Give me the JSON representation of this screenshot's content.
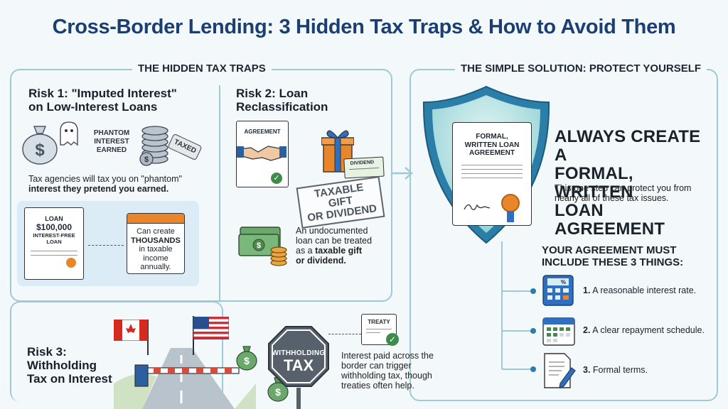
{
  "title": "Cross-Border Lending: 3 Hidden Tax Traps & How to Avoid Them",
  "left_section": {
    "heading": "THE HIDDEN TAX TRAPS",
    "risk1": {
      "title_line1": "Risk 1: \"Imputed Interest\"",
      "title_line2": "on Low-Interest Loans",
      "phantom_label": "PHANTOM INTEREST EARNED",
      "taxed_tag": "TAXED",
      "desc_line1": "Tax agencies will tax you on \"phantom\"",
      "desc_line2": "interest they pretend you earned.",
      "loan_doc_line1": "LOAN",
      "loan_doc_amount": "$100,000",
      "loan_doc_line3": "INTEREST-FREE",
      "loan_doc_line4": "LOAN",
      "calendar_line1": "Can create",
      "calendar_line2": "THOUSANDS",
      "calendar_line3": "in taxable",
      "calendar_line4": "income",
      "calendar_line5": "annually."
    },
    "risk2": {
      "title_line1": "Risk 2: Loan",
      "title_line2": "Reclassification",
      "agreement_label": "AGREEMENT",
      "dividend_label": "DIVIDEND",
      "stamp_line1": "TAXABLE GIFT",
      "stamp_line2": "OR DIVIDEND",
      "desc_line1": "An undocumented",
      "desc_line2": "loan can be treated",
      "desc_line3_pre": "as a ",
      "desc_line3_bold": "taxable gift",
      "desc_line4": "or dividend."
    },
    "risk3": {
      "title_line1": "Risk 3:",
      "title_line2": "Withholding",
      "title_line3": "Tax on Interest",
      "sign_line1": "WITHHOLDING",
      "sign_line2": "TAX",
      "treaty_label": "TREATY",
      "desc_line1": "Interest paid across the",
      "desc_line2": "border can trigger",
      "desc_line3": "withholding tax, though",
      "desc_line4": "treaties often help."
    }
  },
  "right_section": {
    "heading": "THE SIMPLE SOLUTION: PROTECT YOURSELF",
    "doc_line1": "FORMAL,",
    "doc_line2": "WRITTEN LOAN",
    "doc_line3": "AGREEMENT",
    "headline_line1": "ALWAYS CREATE A",
    "headline_line2": "FORMAL, WRITTEN",
    "headline_line3": "LOAN AGREEMENT",
    "sub_line1": "This one step can protect you from",
    "sub_line2": "nearly all of these tax issues.",
    "must_line1": "YOUR AGREEMENT MUST",
    "must_line2": "INCLUDE THESE 3 THINGS:",
    "items": [
      {
        "num": "1.",
        "text": "A reasonable interest rate.",
        "icon": "calculator-icon"
      },
      {
        "num": "2.",
        "text": "A clear repayment schedule.",
        "icon": "calendar-icon"
      },
      {
        "num": "3.",
        "text": "Formal terms.",
        "icon": "document-pen-icon"
      }
    ]
  },
  "colors": {
    "title": "#1b3f73",
    "frame": "#9fc9d6",
    "shield": "#2a7ea8",
    "accent_orange": "#e9862b",
    "money_green": "#4c8a4e"
  }
}
